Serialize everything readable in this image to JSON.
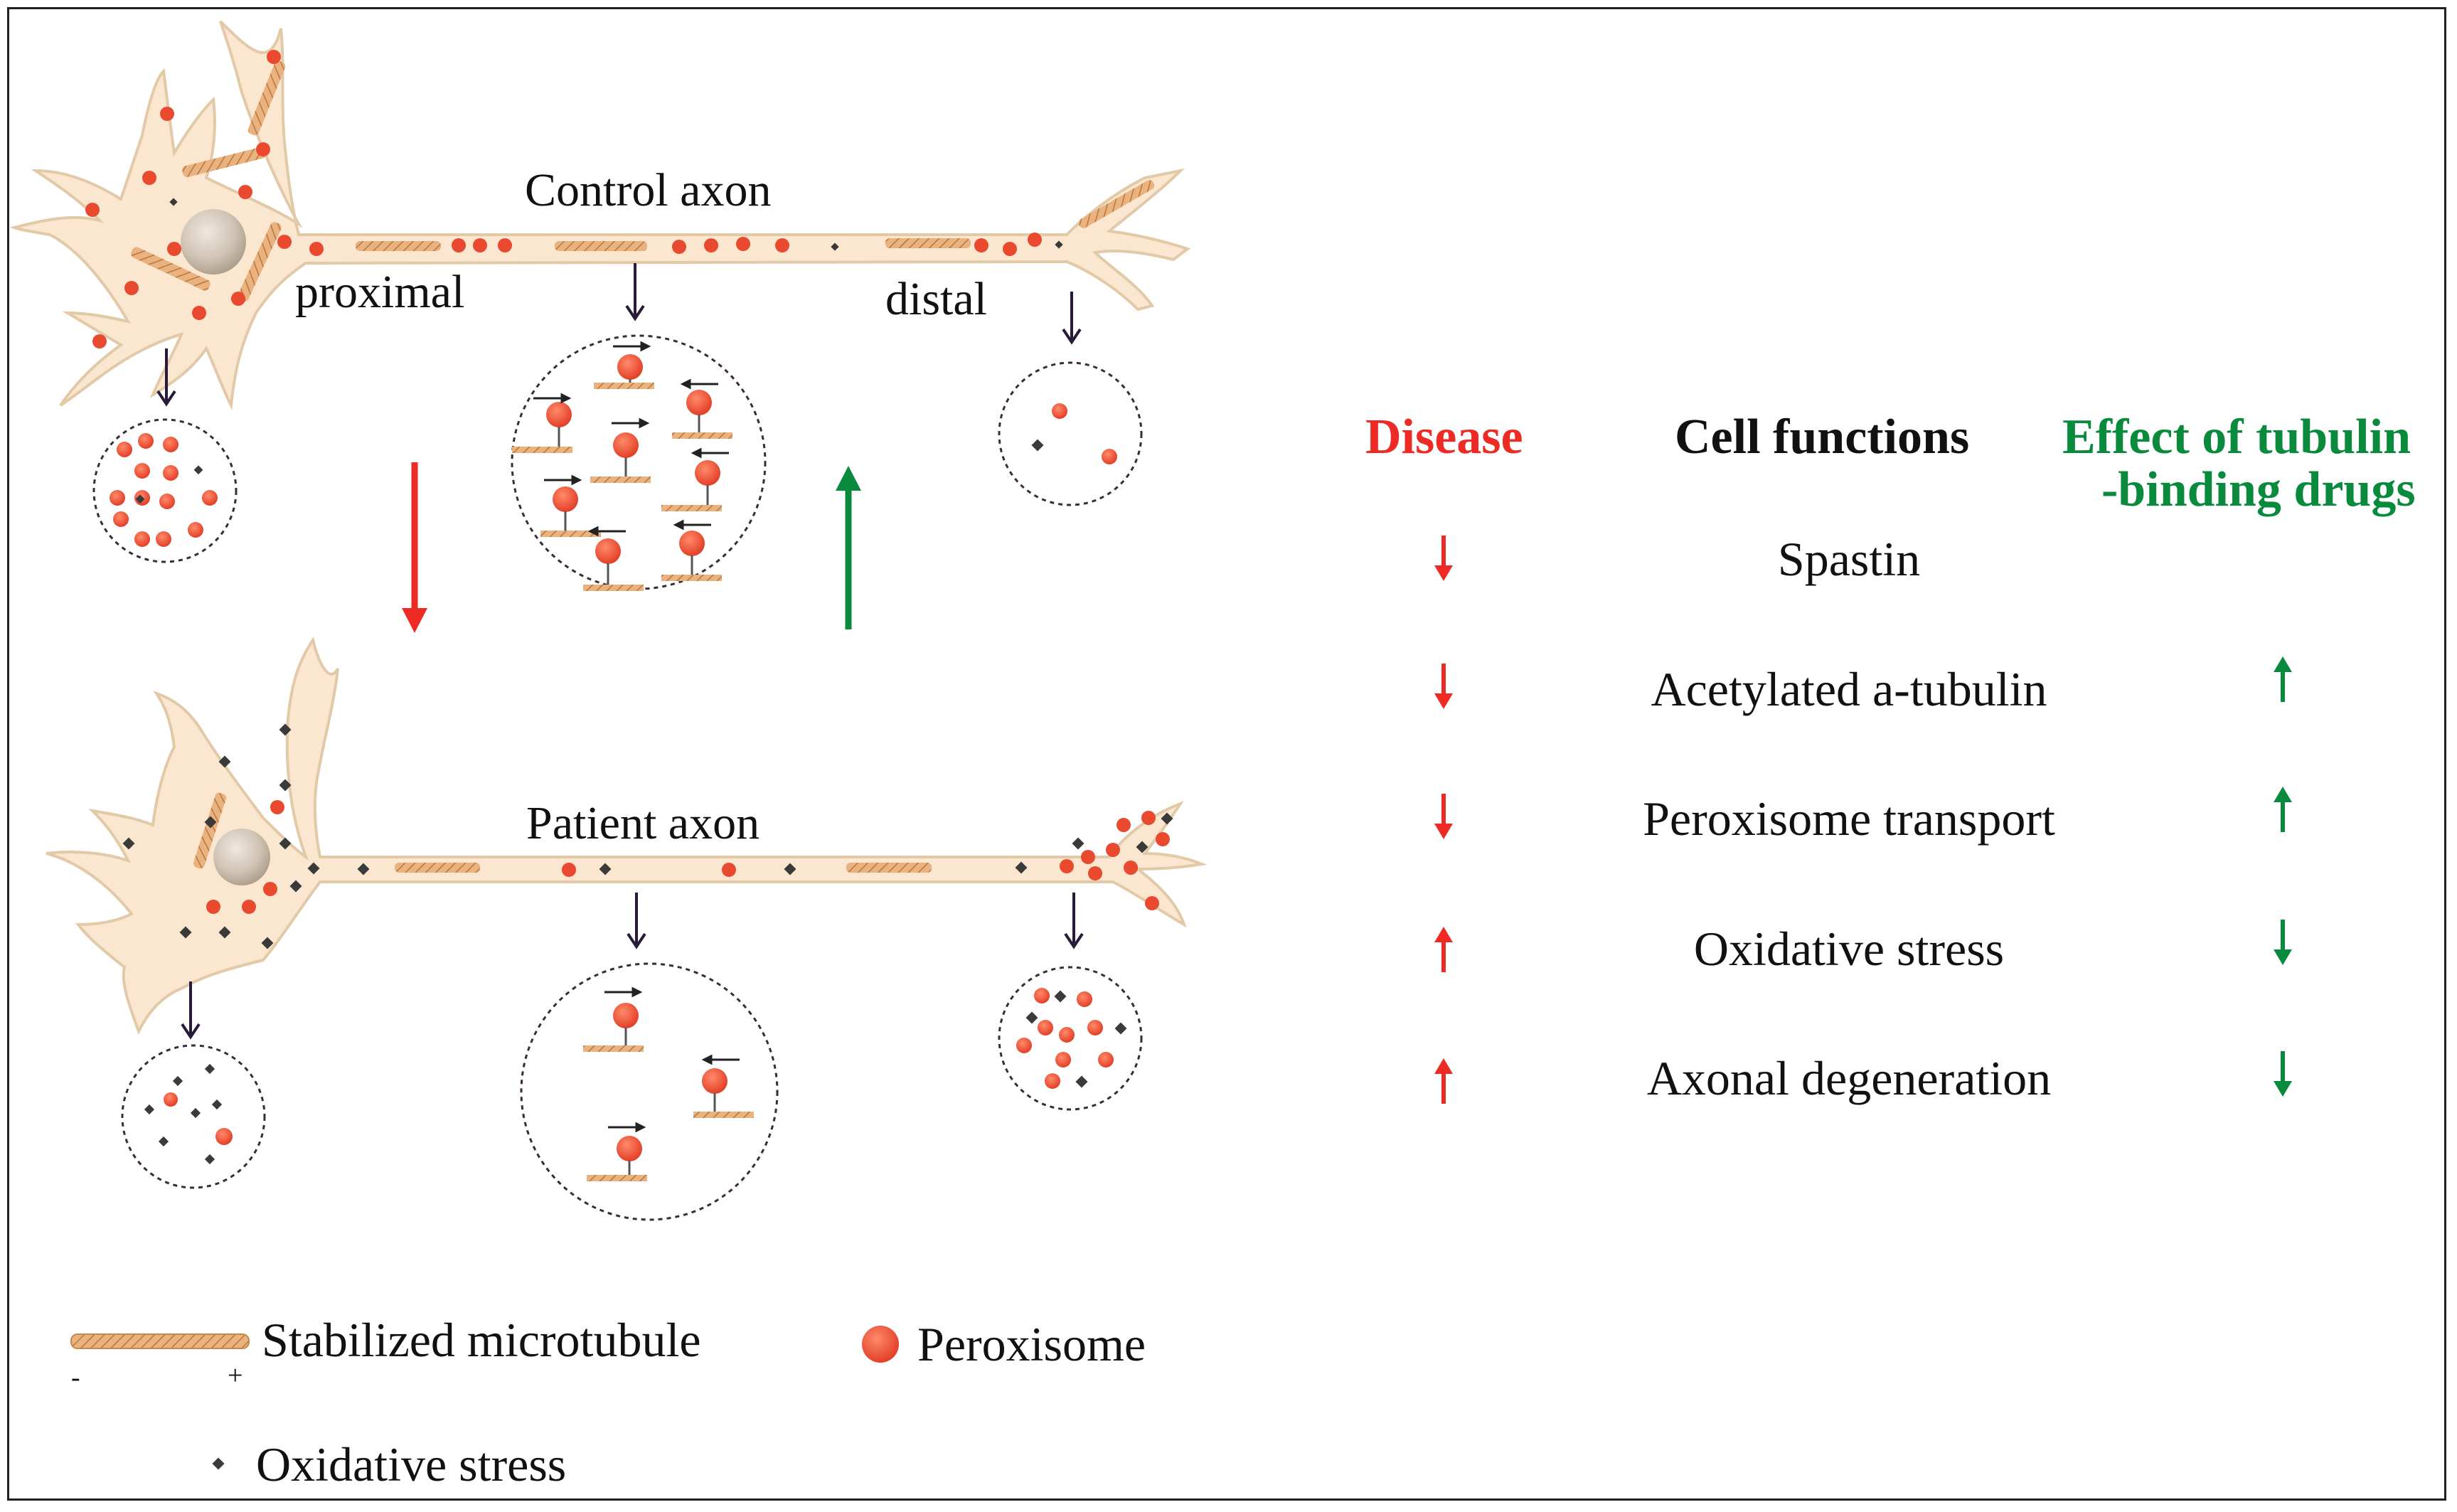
{
  "labels": {
    "control_axon": "Control axon",
    "patient_axon": "Patient axon",
    "proximal": "proximal",
    "distal": "distal"
  },
  "legend": {
    "microtubule": "Stabilized microtubule",
    "minus": "-",
    "plus": "+",
    "peroxisome": "Peroxisome",
    "oxidative_stress": "Oxidative stress"
  },
  "table": {
    "headers": {
      "disease": "Disease",
      "cell_functions": "Cell functions",
      "effect_line1": "Effect of tubulin",
      "effect_line2": "-binding drugs"
    },
    "rows": [
      {
        "function": "Spastin",
        "disease": "down",
        "drug": null
      },
      {
        "function": "Acetylated a-tubulin",
        "disease": "down",
        "drug": "up"
      },
      {
        "function": "Peroxisome transport",
        "disease": "down",
        "drug": "up"
      },
      {
        "function": "Oxidative stress",
        "disease": "up",
        "drug": "down"
      },
      {
        "function": "Axonal degeneration",
        "disease": "up",
        "drug": "down"
      }
    ]
  },
  "colors": {
    "disease": "#ee2a24",
    "drug": "#0a8a3c",
    "cell_fill": "#fbe6cf",
    "cell_stroke": "#e2c9a8",
    "peroxisome": "#e8492f",
    "stress": "#3a3a3a",
    "microtubule": "#d99d63",
    "nucleus": "#c9bcae"
  }
}
